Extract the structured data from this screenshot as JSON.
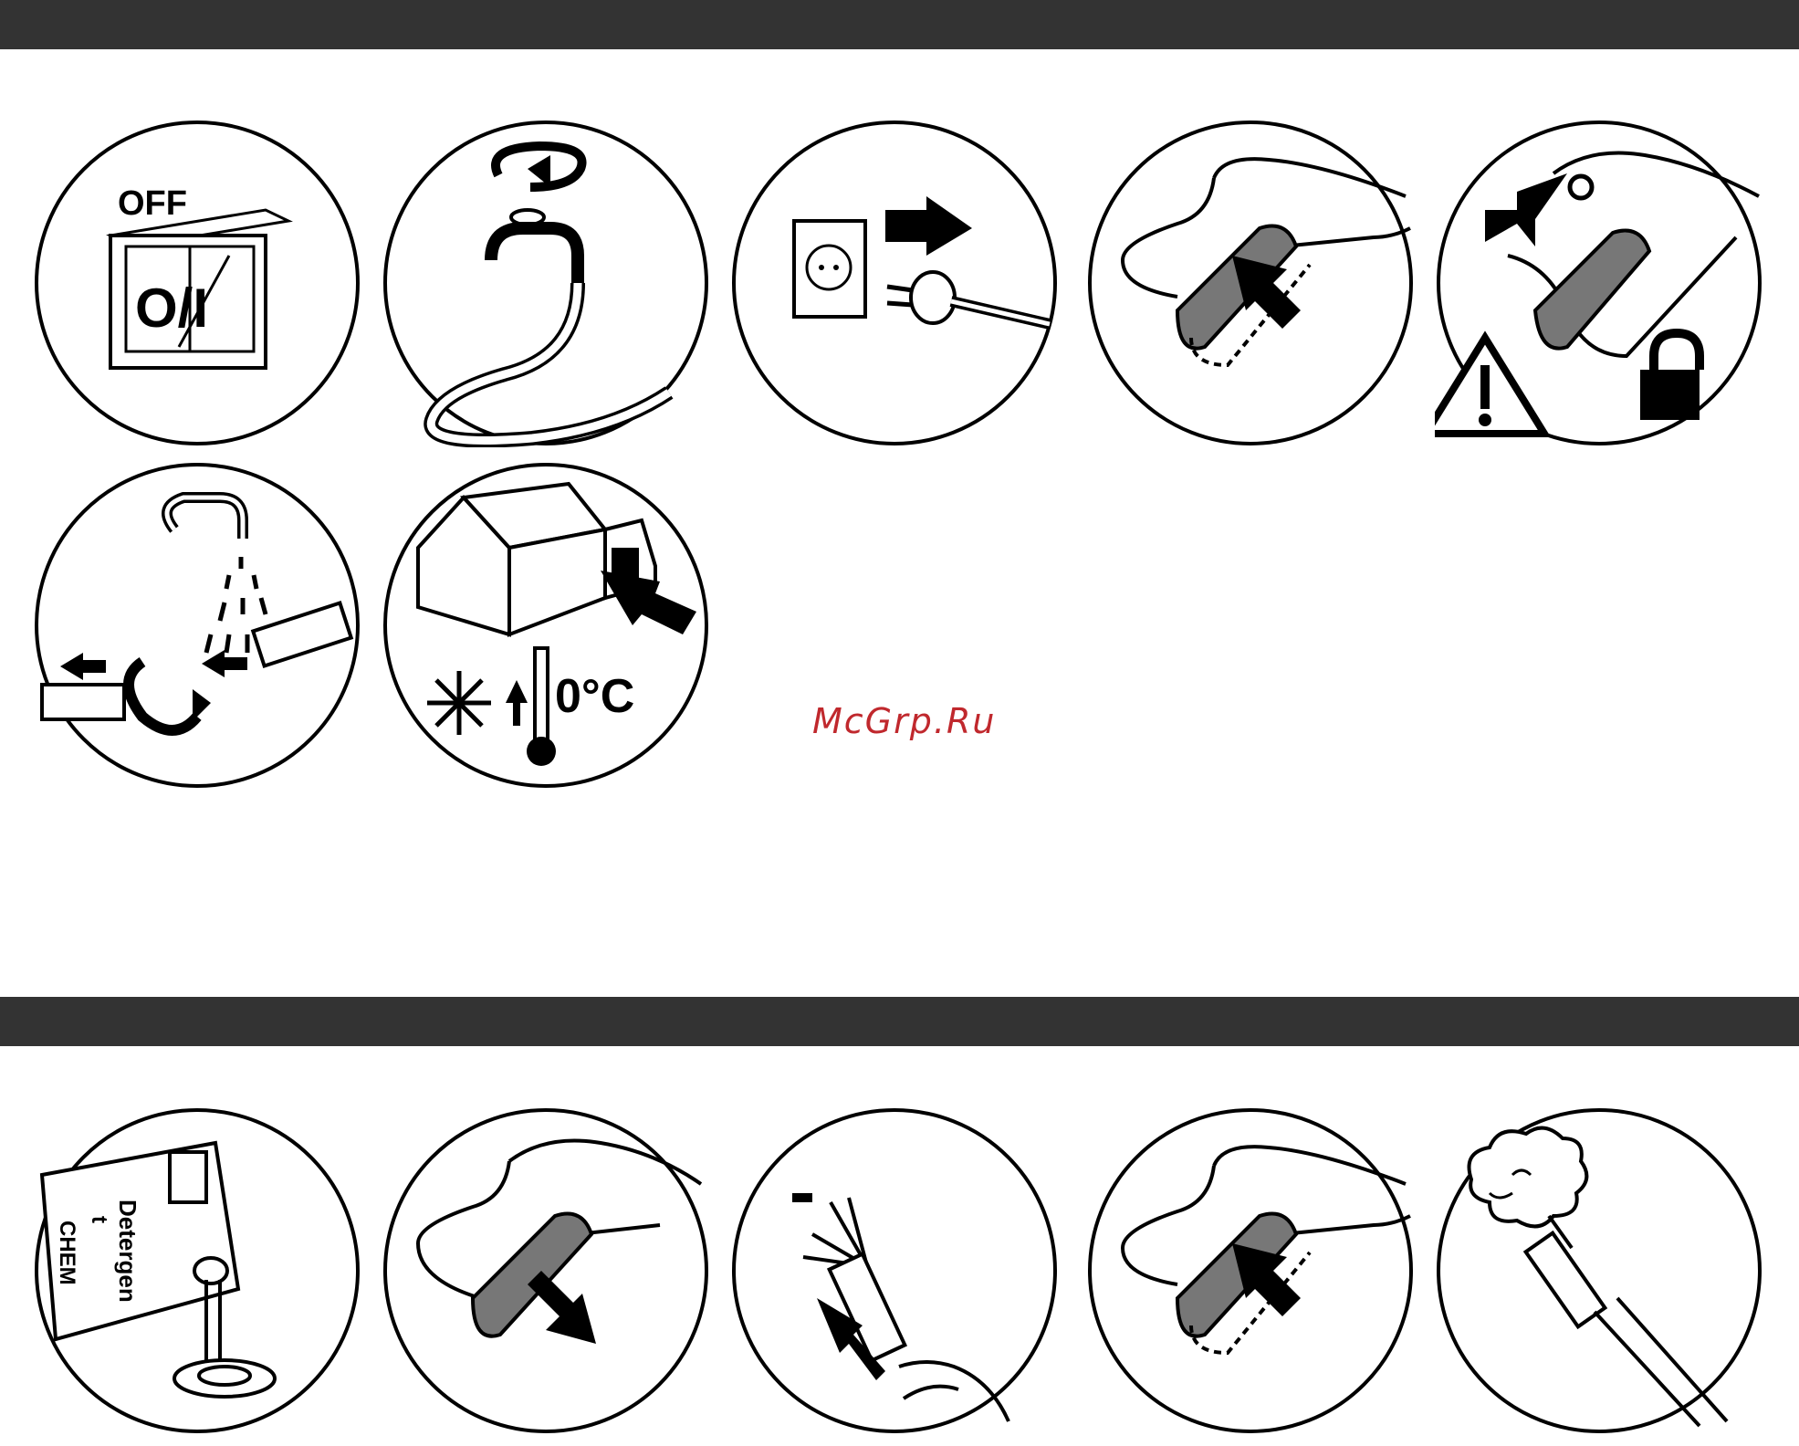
{
  "colors": {
    "band": "#333333",
    "ink": "#000000",
    "grey": "#777777",
    "watermark": "#c0282d"
  },
  "icons_row1": [
    "power-switch-off-icon",
    "tap-closed-icon",
    "unplug-icon",
    "trigger-press-icon",
    "trigger-lock-warning-icon"
  ],
  "icons_row2": [
    "hose-disconnect-drain-icon",
    "frost-storage-icon"
  ],
  "icons_row3": [
    "detergent-fill-icon",
    "trigger-release-icon",
    "nozzle-clean-icon",
    "trigger-press-icon",
    "spray-foam-icon"
  ],
  "labels": {
    "off": "OFF",
    "switch_symbol": "O/I",
    "temperature": "0°C",
    "detergent_line1": "Detergen",
    "detergent_line2": "t",
    "detergent_brand": "CHEM"
  },
  "watermark": "McGrp.Ru"
}
